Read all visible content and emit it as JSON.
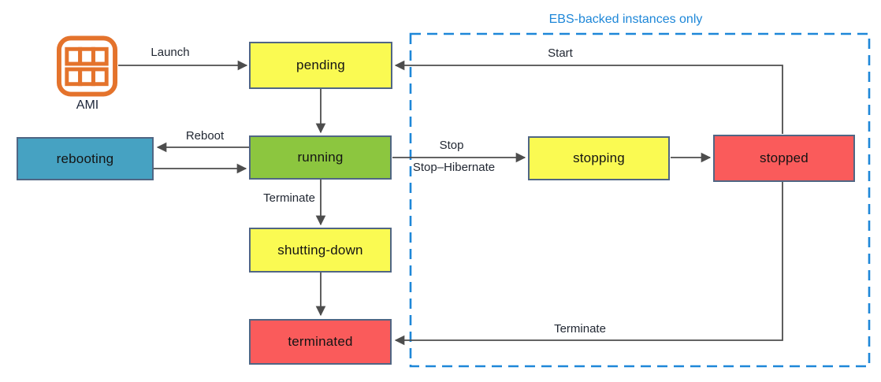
{
  "region": {
    "label": "EBS-backed instances only",
    "border_color": "#1E87D8"
  },
  "source": {
    "label": "AMI",
    "icon": "ami-grid-icon",
    "icon_color": "#E4732C"
  },
  "nodes": {
    "pending": {
      "label": "pending",
      "fill": "#FAFA52"
    },
    "running": {
      "label": "running",
      "fill": "#8CC63F"
    },
    "rebooting": {
      "label": "rebooting",
      "fill": "#46A2C2"
    },
    "shutting_down": {
      "label": "shutting-down",
      "fill": "#FAFA52"
    },
    "terminated": {
      "label": "terminated",
      "fill": "#FA5B5B"
    },
    "stopping": {
      "label": "stopping",
      "fill": "#FAFA52"
    },
    "stopped": {
      "label": "stopped",
      "fill": "#FA5B5B"
    }
  },
  "edges": {
    "launch": {
      "label": "Launch",
      "from": "AMI",
      "to": "pending"
    },
    "pending_to_running": {
      "from": "pending",
      "to": "running"
    },
    "start": {
      "label": "Start",
      "from": "stopped",
      "to": "pending"
    },
    "reboot": {
      "label": "Reboot",
      "from": "running",
      "to": "rebooting"
    },
    "reboot_return": {
      "from": "rebooting",
      "to": "running"
    },
    "stop": {
      "label": "Stop",
      "label2": "Stop–Hibernate",
      "from": "running",
      "to": "stopping"
    },
    "stopping_to_stopped": {
      "from": "stopping",
      "to": "stopped"
    },
    "terminate_running": {
      "label": "Terminate",
      "from": "running",
      "to": "shutting-down"
    },
    "shutting_to_terminated": {
      "from": "shutting-down",
      "to": "terminated"
    },
    "terminate_stopped": {
      "label": "Terminate",
      "from": "stopped",
      "to": "terminated"
    }
  },
  "colors": {
    "arrow": "#4D4D4D",
    "node_border": "#506684",
    "node_text": "#141414",
    "label_text": "#222833"
  }
}
